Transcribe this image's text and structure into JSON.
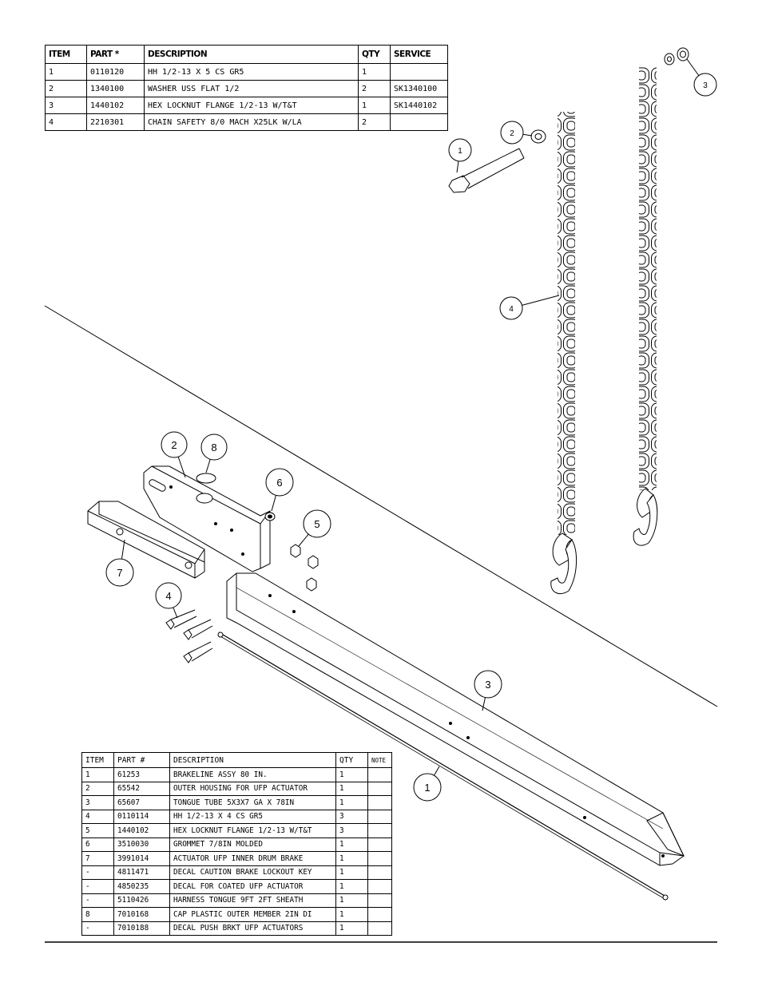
{
  "top_table": {
    "headers": [
      "ITEM",
      "PART *",
      "DESCRIPTION",
      "QTY",
      "SERVICE"
    ],
    "rows": [
      [
        "1",
        "0110120",
        "HH 1/2-13 X 5 CS GR5",
        "1",
        ""
      ],
      [
        "2",
        "1340100",
        "WASHER USS FLAT 1/2",
        "2",
        "SK1340100"
      ],
      [
        "3",
        "1440102",
        "HEX LOCKNUT FLANGE 1/2-13 W/T&T",
        "1",
        "SK1440102"
      ],
      [
        "4",
        "2210301",
        "CHAIN SAFETY 8/0 MACH X25LK W/LA",
        "2",
        ""
      ]
    ]
  },
  "bottom_table": {
    "headers": [
      "ITEM",
      "PART #",
      "DESCRIPTION",
      "QTY",
      "NOTE"
    ],
    "rows": [
      [
        "1",
        "61253",
        "BRAKELINE ASSY 80 IN.",
        "1",
        ""
      ],
      [
        "2",
        "65542",
        "OUTER HOUSING FOR UFP ACTUATOR",
        "1",
        ""
      ],
      [
        "3",
        "65607",
        "TONGUE TUBE 5X3X7 GA X 78IN",
        "1",
        ""
      ],
      [
        "4",
        "0110114",
        "HH 1/2-13 X 4 CS GR5",
        "3",
        ""
      ],
      [
        "5",
        "1440102",
        "HEX LOCKNUT FLANGE 1/2-13 W/T&T",
        "3",
        ""
      ],
      [
        "6",
        "3510030",
        "GROMMET  7/8IN MOLDED",
        "1",
        ""
      ],
      [
        "7",
        "3991014",
        "ACTUATOR UFP INNER  DRUM BRAKE",
        "1",
        ""
      ],
      [
        "-",
        "4811471",
        "DECAL CAUTION BRAKE LOCKOUT KEY",
        "1",
        ""
      ],
      [
        "-",
        "4850235",
        "DECAL FOR COATED UFP ACTUATOR",
        "1",
        ""
      ],
      [
        "-",
        "5110426",
        "HARNESS  TONGUE 9FT  2FT SHEATH",
        "1",
        ""
      ],
      [
        "8",
        "7010168",
        "CAP  PLASTIC OUTER MEMBER 2IN DI",
        "1",
        ""
      ],
      [
        "-",
        "7010188",
        "DECAL PUSH BRKT UFP ACTUATORS",
        "1",
        ""
      ]
    ]
  },
  "callouts": {
    "chain_bolt": "1",
    "chain_washer": "2",
    "chain_nut": "3",
    "chain": "4",
    "brakeline": "1",
    "outer_housing": "2",
    "tongue_tube": "3",
    "bolts": "4",
    "locknuts": "5",
    "grommet": "6",
    "actuator": "7",
    "cap": "8"
  }
}
